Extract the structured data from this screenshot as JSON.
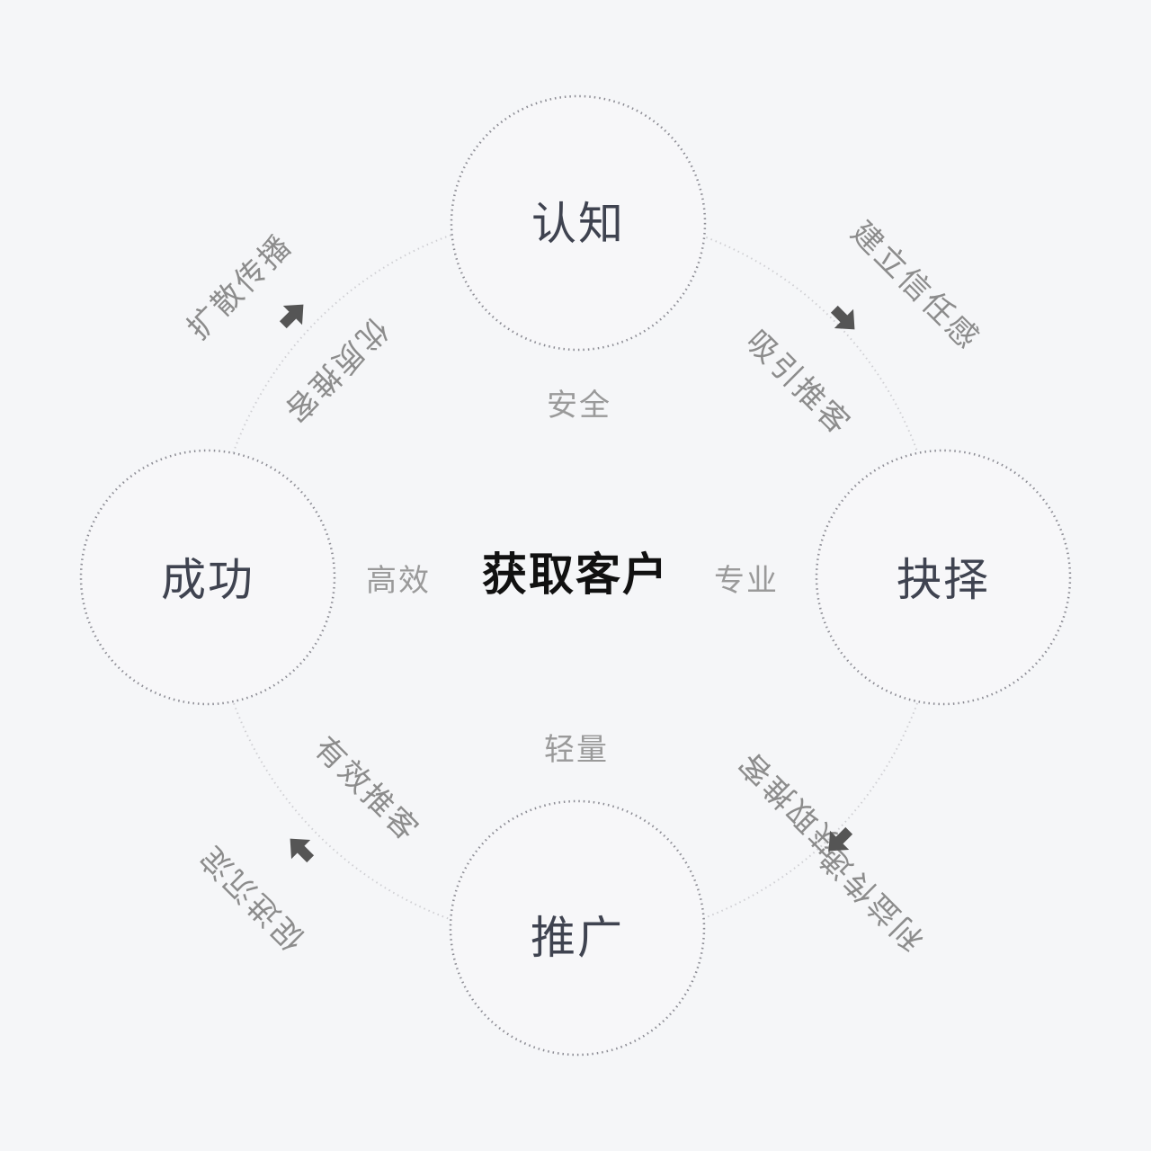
{
  "center": {
    "label": "获取客户"
  },
  "nodes": {
    "top": {
      "label": "认知"
    },
    "right": {
      "label": "抉择"
    },
    "bottom": {
      "label": "推广"
    },
    "left": {
      "label": "成功"
    }
  },
  "qualities": {
    "top": "安全",
    "right": "专业",
    "bottom": "轻量",
    "left": "高效"
  },
  "arcs": {
    "top_right": {
      "outer": "建立信任感",
      "inner": "吸引推客"
    },
    "right_bottom": {
      "outer": "利益传递",
      "inner": "获取推客"
    },
    "bottom_left": {
      "outer": "促进沉淀",
      "inner": "有效推客"
    },
    "left_top": {
      "outer": "扩散传播",
      "inner": "优质推客"
    }
  },
  "colors": {
    "background": "#f5f6f8",
    "node_fill": "#f7f7f9",
    "node_border": "#8c8c94",
    "ring": "#c8c8cc",
    "arrow": "#555555"
  },
  "icons": {
    "arrows": "filled-arrow-icon"
  }
}
